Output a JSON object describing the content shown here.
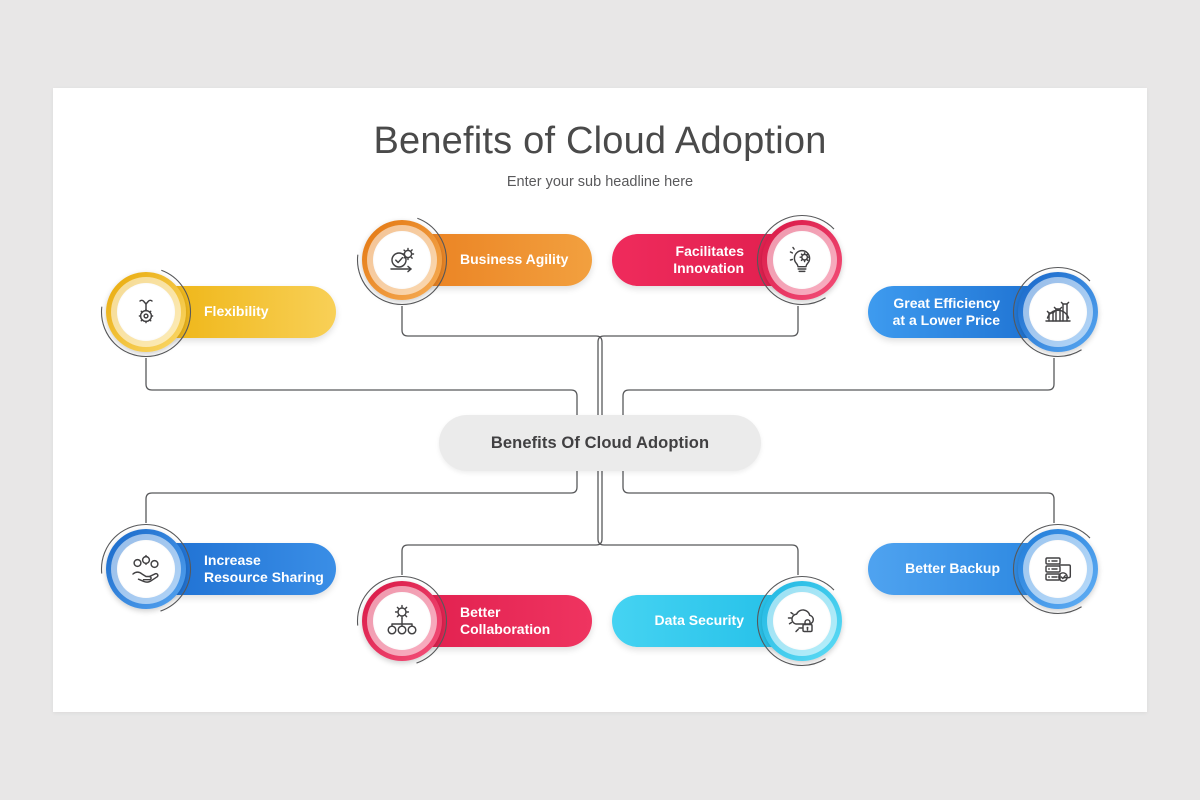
{
  "slide": {
    "title": "Benefits of Cloud Adoption",
    "subtitle": "Enter your sub headline here",
    "background_color": "#e8e7e7",
    "canvas_color": "#ffffff"
  },
  "center": {
    "label": "Benefits Of Cloud Adoption",
    "background_color": "#ebebeb",
    "text_color": "#414042"
  },
  "connector": {
    "color": "#58595b"
  },
  "nodes": [
    {
      "id": "flexibility",
      "label": "Flexibility",
      "icon": "wrench-gear-icon",
      "orientation": "icon-left",
      "row": "top",
      "color_start": "#eeb310",
      "color_end": "#f8d057",
      "ring_start": "#e8a908",
      "ring_end": "#fbd96b"
    },
    {
      "id": "business-agility",
      "label": "Business Agility",
      "icon": "check-gear-arrow-icon",
      "orientation": "icon-left",
      "row": "top",
      "color_start": "#ea8020",
      "color_end": "#f2a03f",
      "ring_start": "#e3760f",
      "ring_end": "#f6ad56"
    },
    {
      "id": "facilitates-innovation",
      "label": "Facilitates\nInnovation",
      "icon": "lightbulb-gear-icon",
      "orientation": "icon-right",
      "row": "top",
      "color_start": "#e01f4e",
      "color_end": "#ef2b5c",
      "ring_start": "#d81644",
      "ring_end": "#f4517a"
    },
    {
      "id": "great-efficiency",
      "label": "Great Efficiency\nat a Lower Price",
      "icon": "growth-chart-icon",
      "orientation": "icon-right",
      "row": "top",
      "color_start": "#1c6fd0",
      "color_end": "#3e9bef",
      "ring_start": "#1565c8",
      "ring_end": "#5aa9f2"
    },
    {
      "id": "increase-resource-sharing",
      "label": "Increase\nResource Sharing",
      "icon": "hand-resources-icon",
      "orientation": "icon-left",
      "row": "bottom",
      "color_start": "#1d6fd2",
      "color_end": "#3a8ee6",
      "ring_start": "#1667c9",
      "ring_end": "#56a4f0"
    },
    {
      "id": "better-collaboration",
      "label": "Better\nCollaboration",
      "icon": "org-chart-people-icon",
      "orientation": "icon-left",
      "row": "bottom",
      "color_start": "#e01f4e",
      "color_end": "#ef3460",
      "ring_start": "#d81644",
      "ring_end": "#f4517a"
    },
    {
      "id": "data-security",
      "label": "Data Security",
      "icon": "cloud-lock-icon",
      "orientation": "icon-right",
      "row": "bottom",
      "color_start": "#23bfe8",
      "color_end": "#45d3f2",
      "ring_start": "#1eb6e2",
      "ring_end": "#5fdcf5"
    },
    {
      "id": "better-backup",
      "label": "Better Backup",
      "icon": "server-backup-icon",
      "orientation": "icon-right",
      "row": "bottom",
      "color_start": "#2a86e0",
      "color_end": "#4fa3f0",
      "ring_start": "#1f7bd8",
      "ring_end": "#63b0f5"
    }
  ]
}
